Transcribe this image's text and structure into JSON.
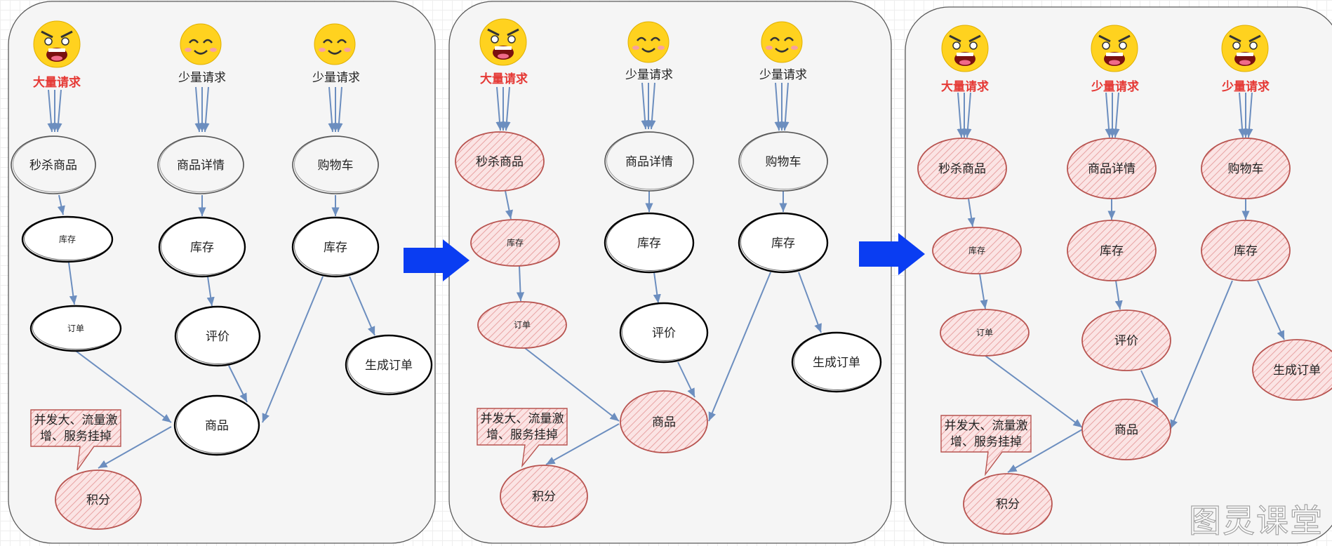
{
  "colors": {
    "panel_fill": "#f5f5f5",
    "panel_stroke": "#5a5a5a",
    "edge": "#6c8ebf",
    "arrow_blue": "#0a3df2",
    "failed_fill": "#f6dada",
    "failed_stroke": "#b85450",
    "request_red": "#e53935",
    "emoji_yellow": "#ffd21f"
  },
  "labels": {
    "heavy_request": "大量请求",
    "light_request": "少量请求",
    "flash_sale": "秒杀商品",
    "product_detail": "商品详情",
    "cart": "购物车",
    "stock": "库存",
    "order": "订单",
    "review": "评价",
    "create_order": "生成订单",
    "product": "商品",
    "points": "积分",
    "callout_line1": "并发大、流量激",
    "callout_line2": "增、服务挂掉"
  },
  "icons": [
    "angry-face-icon",
    "smiling-face-icon",
    "right-arrow-icon"
  ],
  "watermark": "图灵课堂"
}
